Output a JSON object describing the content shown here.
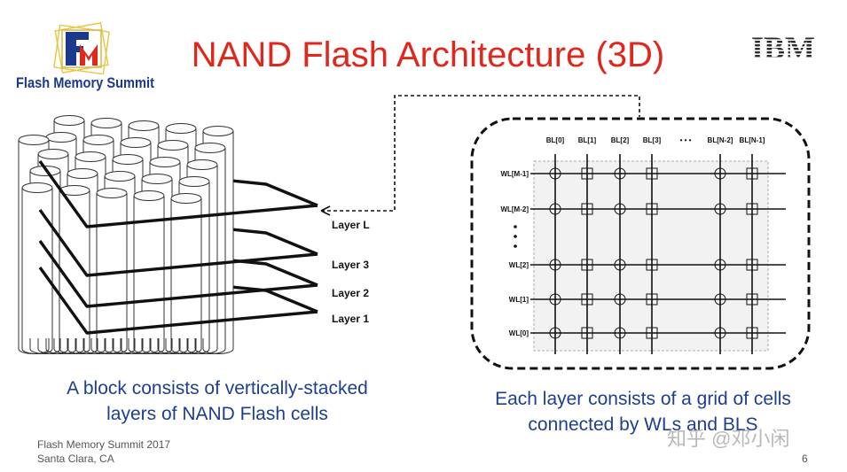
{
  "slide": {
    "title": "NAND Flash Architecture (3D)",
    "logo_text": "Flash Memory Summit",
    "brand_logo": "IBM",
    "footer_line1": "Flash Memory Summit 2017",
    "footer_line2": "Santa Clara, CA",
    "page_number": "6",
    "watermark": "知乎 @邓小闲"
  },
  "left_diagram": {
    "layers": [
      {
        "label": "Layer L"
      },
      {
        "label": "Layer 3"
      },
      {
        "label": "Layer 2"
      },
      {
        "label": "Layer 1"
      }
    ],
    "caption_line1": "A block consists of vertically-stacked",
    "caption_line2": "layers of NAND Flash cells"
  },
  "right_diagram": {
    "bitlines": [
      "BL[0]",
      "BL[1]",
      "BL[2]",
      "BL[3]",
      "BL[N-2]",
      "BL[N-1]"
    ],
    "bitline_ellipsis": "• • •",
    "wordlines": [
      "WL[M-1]",
      "WL[M-2]",
      "WL[2]",
      "WL[1]",
      "WL[0]"
    ],
    "caption_line1": "Each layer consists of a grid of cells",
    "caption_line2": "connected by WLs and BLS"
  },
  "colors": {
    "title": "#e0271d",
    "caption": "#1e3f8f",
    "logo_text": "#1b3a8c"
  }
}
